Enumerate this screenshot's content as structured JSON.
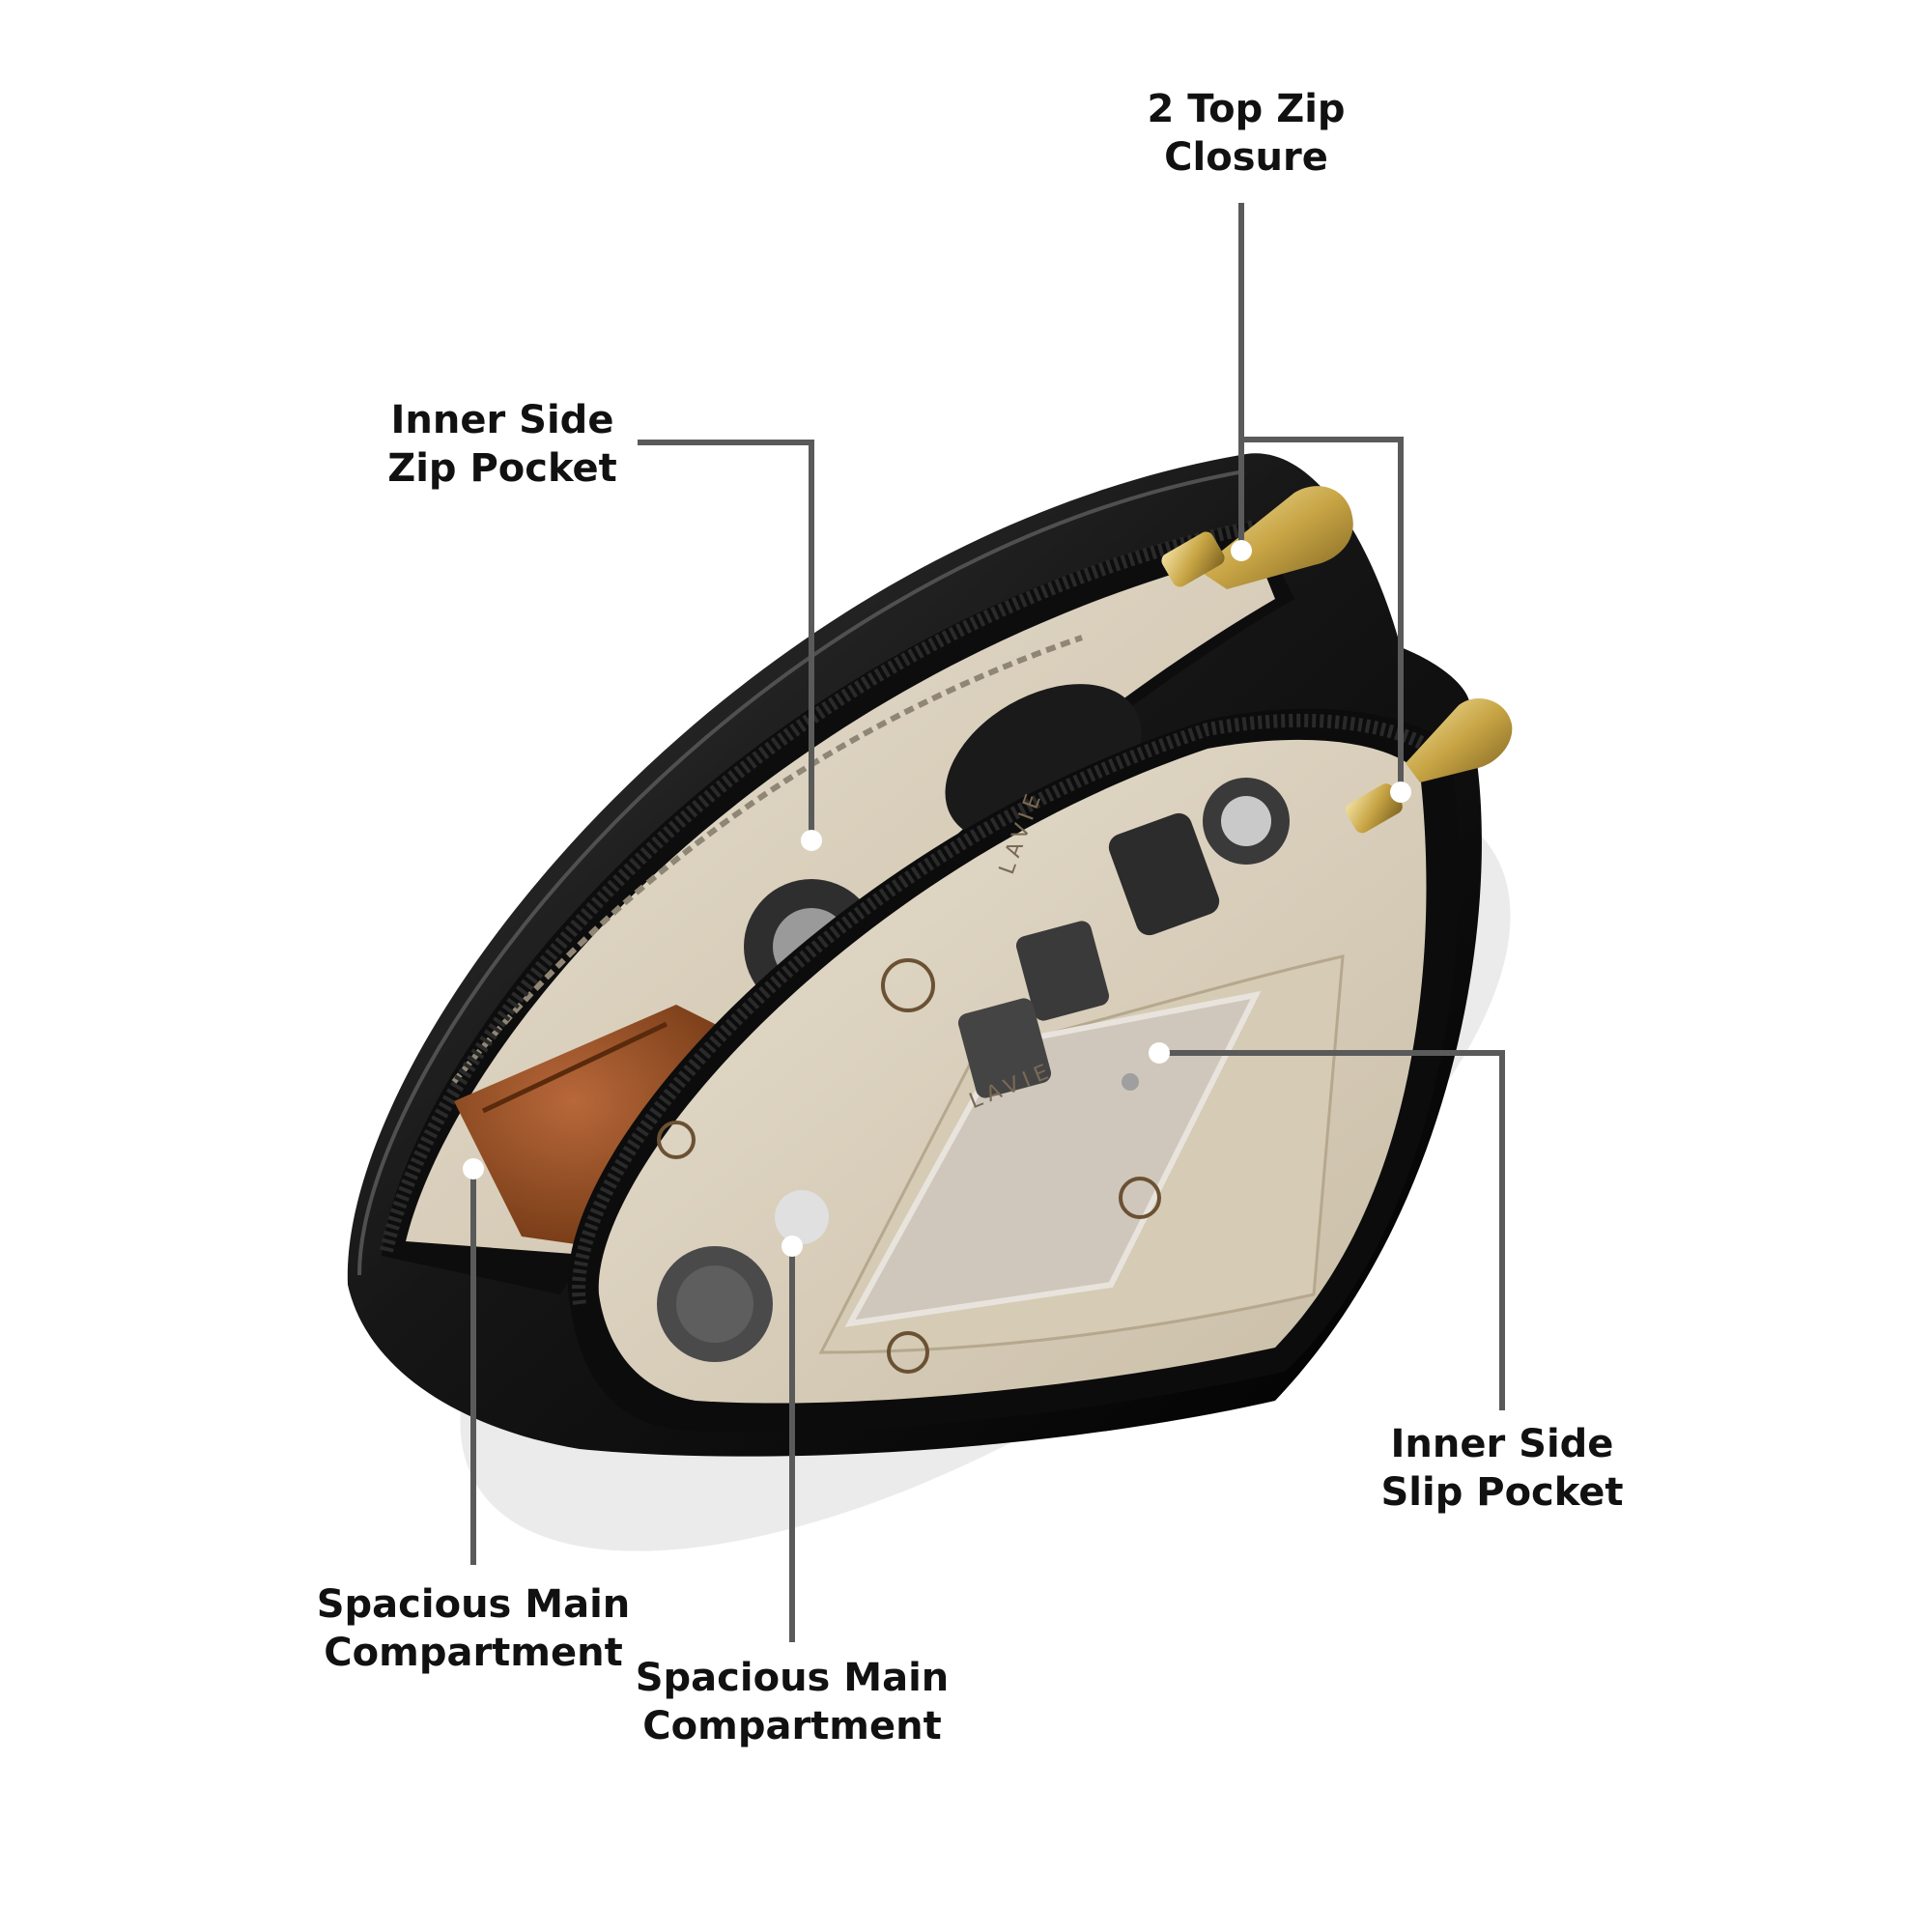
{
  "callouts": {
    "top_zip": {
      "line1": "2 Top Zip",
      "line2": "Closure"
    },
    "inner_zip_pocket": {
      "line1": "Inner Side",
      "line2": "Zip Pocket"
    },
    "inner_slip_pocket": {
      "line1": "Inner Side",
      "line2": "Slip Pocket"
    },
    "main_compartment_left": {
      "line1": "Spacious Main",
      "line2": "Compartment"
    },
    "main_compartment_right": {
      "line1": "Spacious Main",
      "line2": "Compartment"
    }
  },
  "lining_print": "LAVIE",
  "colors": {
    "leader_line": "#5a5a5a",
    "bag_body": "#151515",
    "lining": "#d9d0bf",
    "zipper_hardware": "#c8a545",
    "wallet": "#9a4f25"
  }
}
